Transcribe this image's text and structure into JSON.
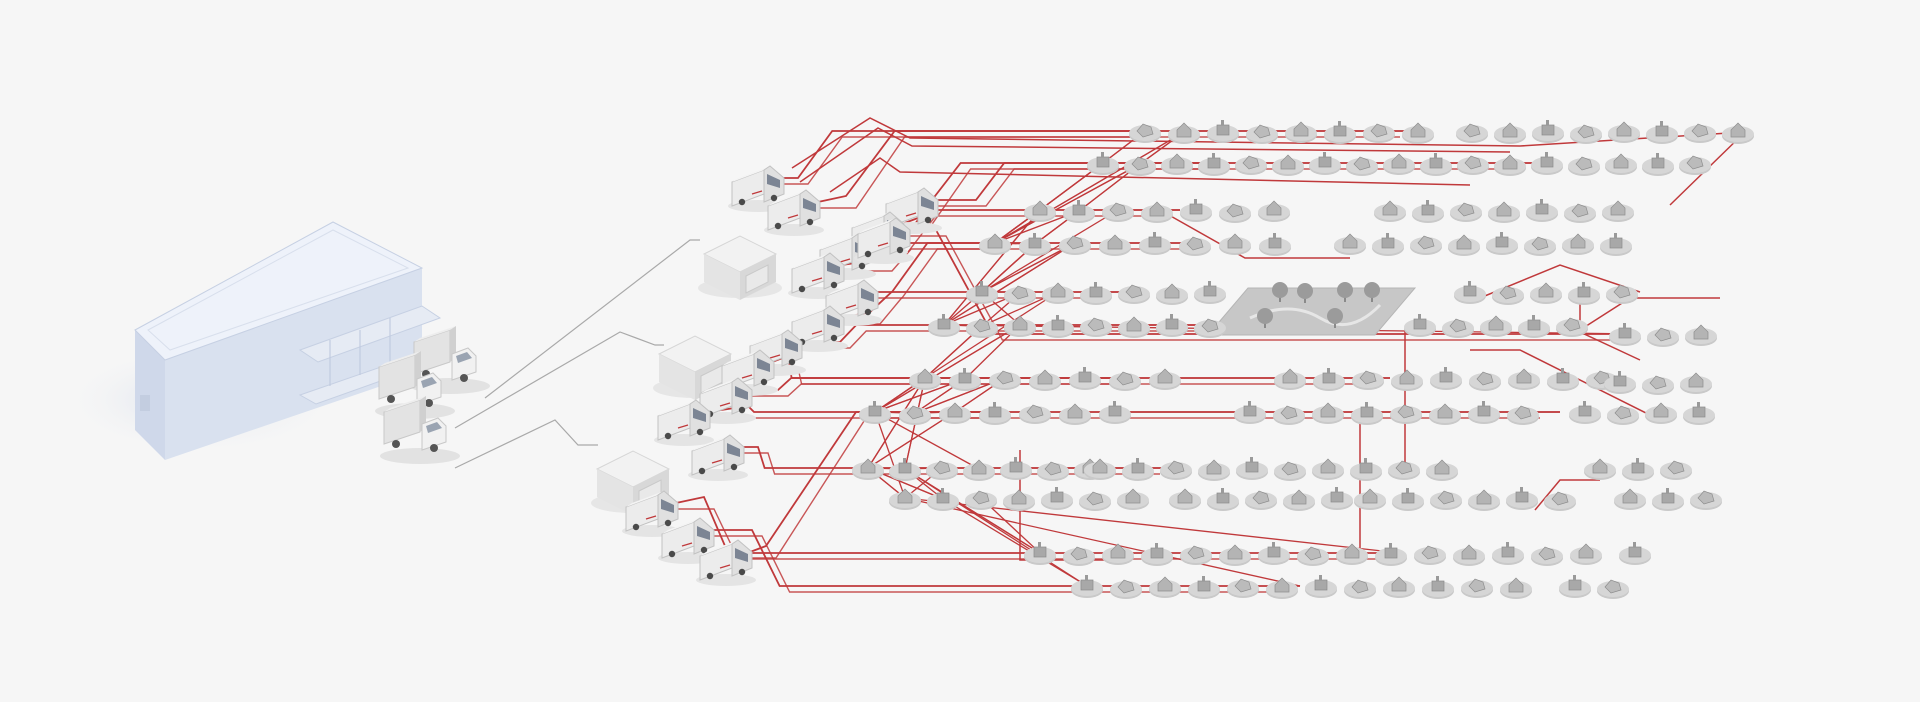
{
  "colors": {
    "background": "#f6f6f6",
    "route": "#c0393b",
    "trunk": "#a9a9a9",
    "building_top": "#eef2fa",
    "building_left": "#d7deec",
    "building_right": "#c5cfe3",
    "hub": "#e4e4e4",
    "van": "#e8e8e8",
    "disc": "#c9c9c9",
    "house": "#9a9a9a"
  },
  "diagram": {
    "warehouse": {
      "icon": "warehouse-icon"
    },
    "trucks": {
      "icon": "truck-icon",
      "count": 3
    },
    "hubs": {
      "icon": "hub-icon",
      "count": 3
    },
    "vans": {
      "icon": "van-icon",
      "count": 17
    },
    "stops": {
      "icon": "house-icon",
      "count": 216
    },
    "park": {
      "icon": "park-icon"
    }
  }
}
